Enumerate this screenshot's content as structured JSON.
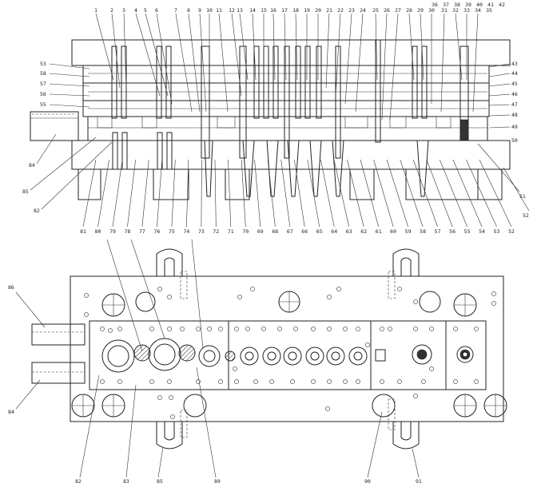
{
  "section_view": {
    "top_labels": [
      "1",
      "2",
      "3",
      "4",
      "5",
      "6",
      "7",
      "8",
      "9",
      "10",
      "11",
      "12",
      "13",
      "14",
      "15",
      "16",
      "17",
      "18",
      "19",
      "20",
      "21",
      "22",
      "23",
      "24",
      "25",
      "26",
      "27",
      "28",
      "29",
      "30",
      "31",
      "32",
      "33",
      "34",
      "35",
      "36",
      "37",
      "38",
      "39",
      "40",
      "41",
      "42"
    ],
    "left_labels": [
      "53",
      "58",
      "57",
      "56",
      "55"
    ],
    "right_labels": [
      "43",
      "44",
      "45",
      "46",
      "47",
      "48",
      "49",
      "50"
    ],
    "left_lower_labels": [
      "84",
      "85",
      "82"
    ],
    "right_lower_labels": [
      "51",
      "52"
    ],
    "bottom_labels": [
      "81",
      "80",
      "79",
      "78",
      "77",
      "76",
      "75",
      "74",
      "73",
      "72",
      "71",
      "70",
      "69",
      "68",
      "67",
      "66",
      "65",
      "64",
      "63",
      "62",
      "61",
      "60",
      "59",
      "58",
      "57",
      "56",
      "55",
      "54",
      "53",
      "52"
    ]
  },
  "plan_view": {
    "left_labels": [
      "86",
      "84"
    ],
    "bottom_labels": [
      "82",
      "83",
      "85",
      "89",
      "90",
      "91"
    ]
  },
  "colors": {
    "line": "#222222",
    "background": "#ffffff"
  }
}
